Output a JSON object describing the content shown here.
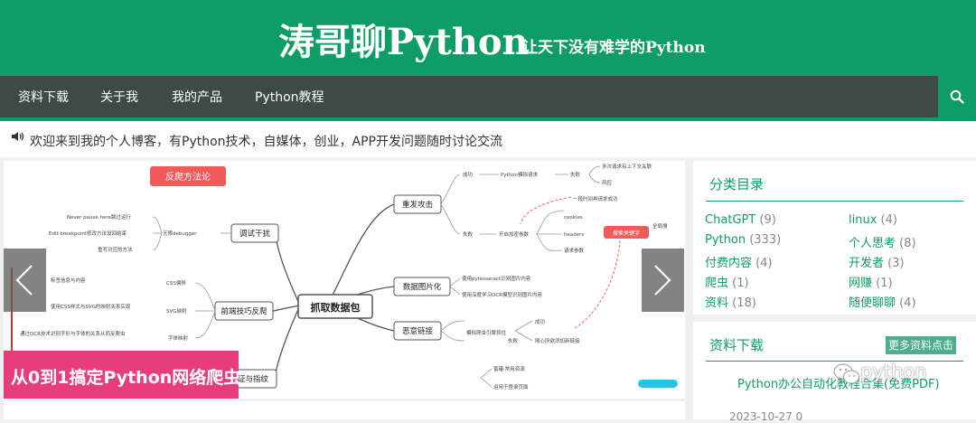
{
  "header": {
    "title_big": "涛哥聊Python",
    "title_small": "让天下没有难学的Python"
  },
  "nav": {
    "items": [
      "资料下载",
      "关于我",
      "我的产品",
      "Python教程"
    ],
    "search_icon": "search-icon"
  },
  "notice": {
    "icon": "speaker-icon",
    "text": "欢迎来到我的个人博客，有Python技术，自媒体，创业，APP开发问题随时讨论交流"
  },
  "slider": {
    "caption": "从0到1搞定Python网络爬虫",
    "mindmap": {
      "center": "抓取数据包",
      "topic": "反爬方法论",
      "branches": [
        "调试干扰",
        "前端技巧反爬",
        "重发攻击",
        "数据图片化",
        "恶意链接",
        "证与指纹",
        "无限debugger",
        "Never pause here跳过运行",
        "Edit breakpoint修改方法设回结束",
        "重写对应的方法",
        "CSS偏移",
        "SVG映射",
        "字体映射",
        "成功",
        "失败",
        "Python模拟请求",
        "多次请求有上下文关联",
        "风控",
        "一段时间再请求成功",
        "开启加密参数",
        "cookies",
        "headers",
        "请求参数",
        "搜索关键字",
        "全局搜",
        "使用pytesseract识别图片内容",
        "使用深度学习OCR模型识别图片内容",
        "模拟爬虫引擎抓住",
        "随心所欲添加新链接",
        "标签信息与内容",
        "使用CSS样式与SVG的映射关系实现",
        "通过OCR技术识别字形与字体的关系从而反爬虫",
        "蜜罐·常用资源",
        "运用于登录页面"
      ]
    }
  },
  "sidebar": {
    "categories_title": "分类目录",
    "categories": [
      {
        "name": "ChatGPT",
        "count": "(9)"
      },
      {
        "name": "linux",
        "count": "(4)"
      },
      {
        "name": "Python",
        "count": "(333)"
      },
      {
        "name": "个人思考",
        "count": "(8)"
      },
      {
        "name": "付费内容",
        "count": "(4)"
      },
      {
        "name": "开发者",
        "count": "(3)"
      },
      {
        "name": "爬虫",
        "count": "(1)"
      },
      {
        "name": "网赚",
        "count": "(1)"
      },
      {
        "name": "资料",
        "count": "(18)"
      },
      {
        "name": "随便聊聊",
        "count": "(4)"
      }
    ],
    "downloads_title": "资料下载",
    "more_label": "更多资料点击",
    "post_title": "Python办公自动化教程合集(免费PDF)",
    "post_date": "2023-10-27 0"
  },
  "watermark": {
    "text": "python",
    "icon": "wechat-icon"
  },
  "colors": {
    "brand": "#0f9d67",
    "nav": "#3d4a46",
    "caption": "#e73d7a"
  }
}
